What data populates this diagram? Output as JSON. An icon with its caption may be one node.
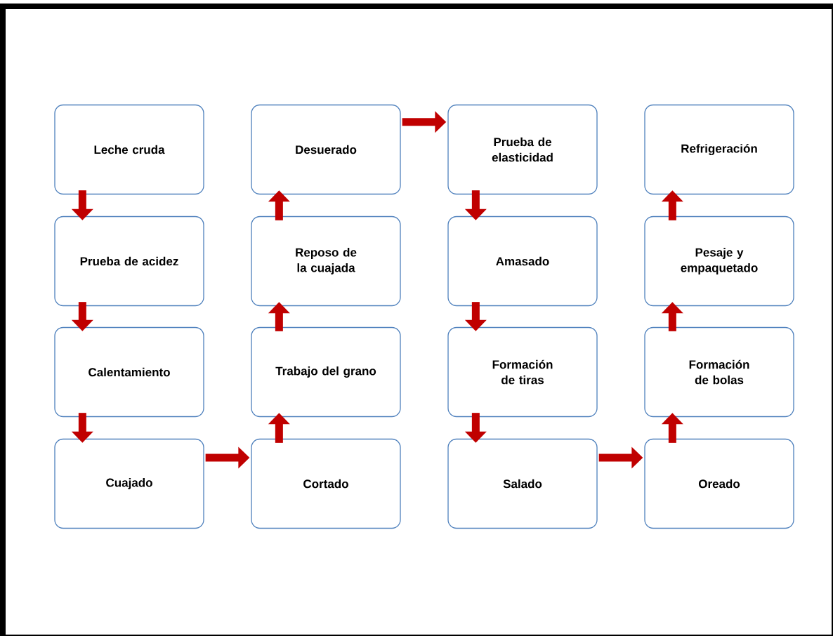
{
  "diagram": {
    "nodes": [
      {
        "text": [
          "Leche cruda"
        ]
      },
      {
        "text": [
          "Prueba de acidez"
        ]
      },
      {
        "text": [
          "Calentamiento"
        ]
      },
      {
        "text": [
          "Cuajado"
        ]
      },
      {
        "text": [
          "Cortado"
        ]
      },
      {
        "text": [
          "Trabajo del grano"
        ]
      },
      {
        "text": [
          "Reposo de la cuajada"
        ]
      },
      {
        "text": [
          "Desuerado"
        ]
      },
      {
        "text": [
          "Prueba de elasticidad"
        ]
      },
      {
        "text": [
          "Amasado"
        ]
      },
      {
        "text": [
          "Formación de tiras"
        ]
      },
      {
        "text": [
          "Salado"
        ]
      },
      {
        "text": [
          "Oreado"
        ]
      },
      {
        "text": [
          "Formación de bolas"
        ]
      },
      {
        "text": [
          "Pesaje y empaquetado"
        ]
      },
      {
        "text": [
          "Refrigeración"
        ]
      }
    ],
    "edges": [
      {
        "from": 0,
        "to": 1,
        "arrow": "to"
      },
      {
        "from": 1,
        "to": 2,
        "arrow": "to"
      },
      {
        "from": 2,
        "to": 3,
        "arrow": "to"
      },
      {
        "from": 3,
        "to": 4,
        "arrow": "to"
      },
      {
        "from": 4,
        "to": 5,
        "arrow": "to"
      },
      {
        "from": 5,
        "to": 6,
        "arrow": "to"
      },
      {
        "from": 6,
        "to": 7,
        "arrow": "to"
      },
      {
        "from": 7,
        "to": 8,
        "arrow": "to"
      },
      {
        "from": 8,
        "to": 9,
        "arrow": "to"
      },
      {
        "from": 9,
        "to": 10,
        "arrow": "to"
      },
      {
        "from": 10,
        "to": 11,
        "arrow": "to"
      },
      {
        "from": 11,
        "to": 12,
        "arrow": "to"
      },
      {
        "from": 12,
        "to": 13,
        "arrow": "to"
      },
      {
        "from": 13,
        "to": 14,
        "arrow": "to"
      },
      {
        "from": 14,
        "to": 15,
        "arrow": "to"
      }
    ]
  }
}
